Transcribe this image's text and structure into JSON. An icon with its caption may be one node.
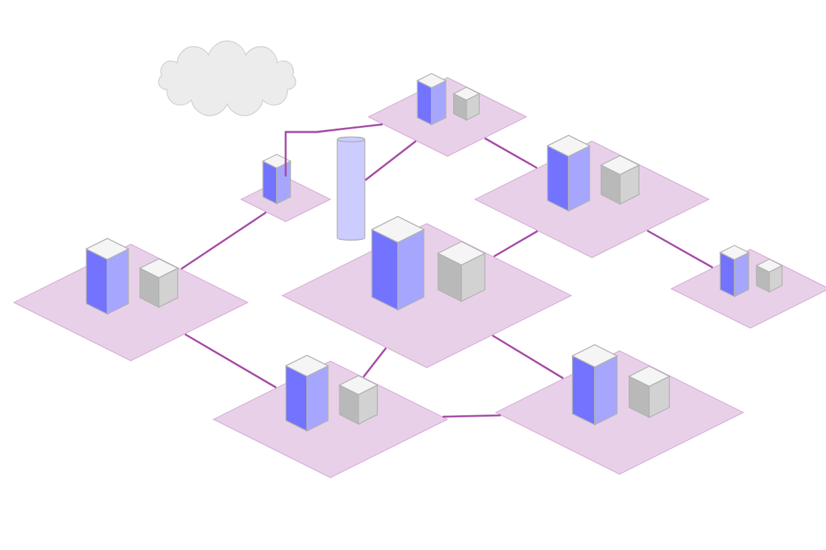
{
  "diagram": {
    "nodes": [
      {
        "text": [],
        "shape": "picture"
      },
      {
        "text": [],
        "shape": "picture"
      },
      {
        "text": [],
        "shape": "picture"
      },
      {
        "text": [],
        "shape": "picture"
      },
      {
        "text": [],
        "shape": "picture"
      },
      {
        "text": [],
        "shape": "picture"
      },
      {
        "text": [],
        "shape": "picture"
      },
      {
        "text": [],
        "shape": "cloud"
      },
      {
        "text": [],
        "shape": "picture"
      },
      {
        "text": [],
        "shape": "cylinder"
      }
    ],
    "edges": [
      {
        "from": 8,
        "to": 0,
        "arrow": "none"
      },
      {
        "from": 9,
        "to": 0,
        "arrow": "none"
      },
      {
        "from": 0,
        "to": 1,
        "arrow": "none"
      },
      {
        "from": 1,
        "to": 2,
        "arrow": "none"
      },
      {
        "from": 3,
        "to": 1,
        "arrow": "none"
      },
      {
        "from": 3,
        "to": 6,
        "arrow": "none"
      },
      {
        "from": 4,
        "to": 8,
        "arrow": "none"
      },
      {
        "from": 4,
        "to": 5,
        "arrow": "none"
      },
      {
        "from": 5,
        "to": 6,
        "arrow": "none"
      },
      {
        "from": 3,
        "to": 5,
        "arrow": "none"
      }
    ]
  }
}
